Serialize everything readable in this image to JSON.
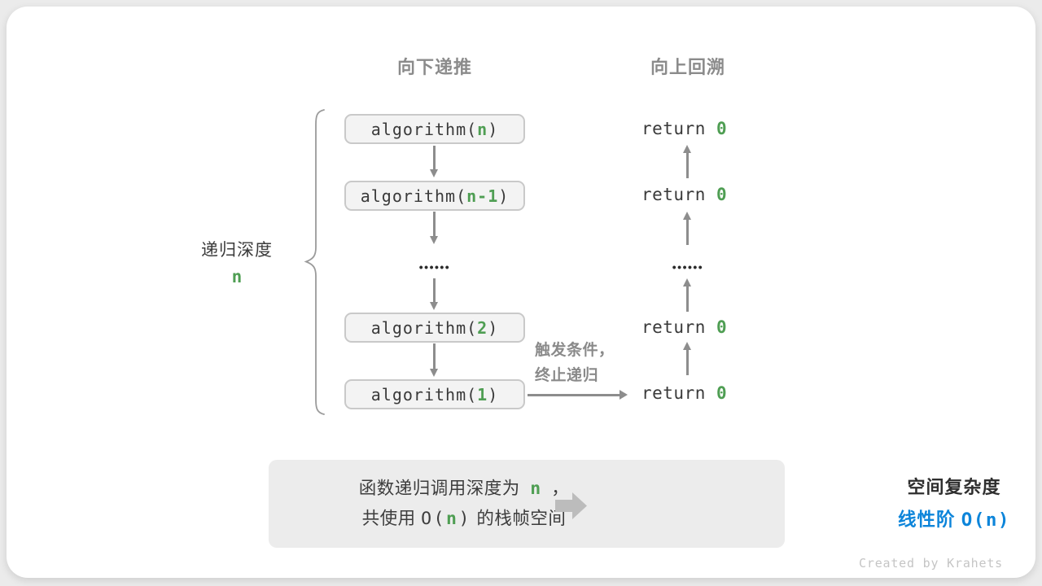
{
  "headers": {
    "downward": "向下递推",
    "upward": "向上回溯"
  },
  "depth_label": {
    "text": "递归深度",
    "var": "n"
  },
  "call_stack": {
    "boxes": [
      {
        "pre": "algorithm(",
        "arg": "n",
        "post": ")"
      },
      {
        "pre": "algorithm(",
        "arg": "n-1",
        "post": ")"
      },
      {
        "pre": "algorithm(",
        "arg": "2",
        "post": ")"
      },
      {
        "pre": "algorithm(",
        "arg": "1",
        "post": ")"
      }
    ],
    "ellipsis": "••••••"
  },
  "returns": {
    "rows": [
      {
        "pre": "return ",
        "val": "0"
      },
      {
        "pre": "return ",
        "val": "0"
      },
      {
        "pre": "return ",
        "val": "0"
      },
      {
        "pre": "return ",
        "val": "0"
      }
    ],
    "ellipsis": "••••••"
  },
  "trigger_note": {
    "line1": "触发条件，",
    "line2": "终止递归"
  },
  "summary": {
    "line1": {
      "pre": "函数递归调用深度为 ",
      "var": "n",
      "post": " ，"
    },
    "line2": {
      "pre": "共使用 ",
      "code_pre": "O(",
      "var": "n",
      "code_post": ")",
      "post": " 的栈帧空间"
    },
    "result": {
      "title": "空间复杂度",
      "label": "线性阶 ",
      "code": "O(n)"
    }
  },
  "credit": "Created by Krahets",
  "colors": {
    "accent_green": "#4f9e53",
    "accent_blue": "#0d85da",
    "arrow_gray": "#8d8d8d",
    "header_gray": "#8b8b8b",
    "box_fill": "#f3f3f3",
    "box_border": "#c9c9c9",
    "summary_fill": "#ececec"
  }
}
